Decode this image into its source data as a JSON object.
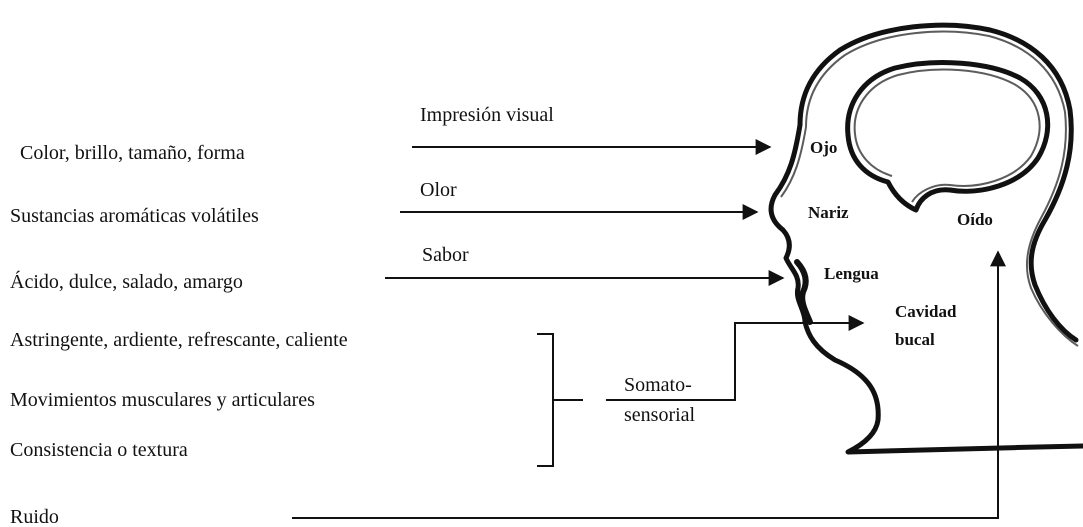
{
  "stimuli": {
    "appearance": "Color, brillo, tamaño, forma",
    "aroma": "Sustancias aromáticas volátiles",
    "taste": "Ácido, dulce, salado, amargo",
    "somatic": [
      "Astringente, ardiente, refrescante, caliente",
      "Movimientos musculares y articulares",
      "Consistencia o textura"
    ],
    "noise": "Ruido"
  },
  "pathways": {
    "visual": "Impresión visual",
    "smell": "Olor",
    "taste": "Sabor",
    "somato_line1": "Somato-",
    "somato_line2": "sensorial"
  },
  "organs": {
    "eye": "Ojo",
    "nose": "Nariz",
    "ear": "Oído",
    "tongue": "Lengua",
    "mouth_line1": "Cavidad",
    "mouth_line2": "bucal"
  }
}
